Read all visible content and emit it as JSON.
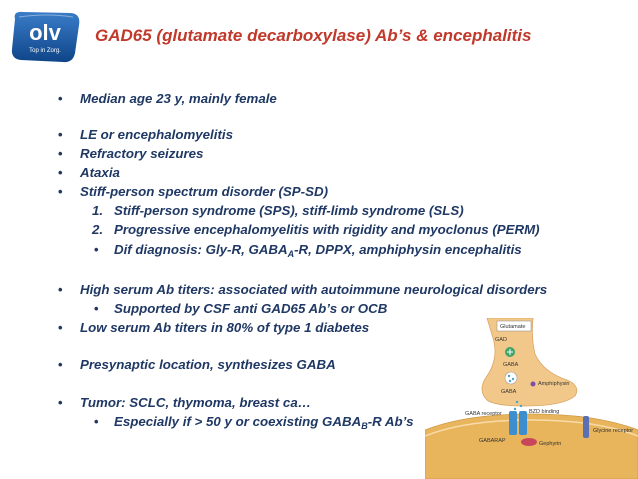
{
  "logo": {
    "text": "olv",
    "tagline": "Top in Zorg."
  },
  "title": "GAD65 (glutamate decarboxylase) Ab’s & encephalitis",
  "bullets": {
    "b1": "Median age 23 y, mainly female",
    "b2": "LE or encephalomyelitis",
    "b3": "Refractory seizures",
    "b4": "Ataxia",
    "b5": "Stiff-person spectrum disorder (SP-SD)",
    "n1_num": "1.",
    "n1": "Stiff-person syndrome (SPS), stiff-limb syndrome (SLS)",
    "n2_num": "2.",
    "n2": "Progressive encephalomyelitis with rigidity and myoclonus (PERM)",
    "dif_a": "Dif diagnosis: Gly-R, GABA",
    "dif_sub": "A",
    "dif_b": "-R, DPPX, amphiphysin encephalitis",
    "b6": "High serum Ab titers: associated with autoimmune neurological disorders",
    "b6_sub": "Supported by CSF anti GAD65 Ab’s or OCB",
    "b7": "Low serum Ab titers in 80% of type 1 diabetes",
    "b8": "Presynaptic location, synthesizes GABA",
    "b9": "Tumor: SCLC, thymoma, breast ca…",
    "b9_sub_a": "Especially if > 50 y or coexisting GABA",
    "b9_sub_sub": "B",
    "b9_sub_b": "-R Ab’s"
  },
  "figure": {
    "glutamate": "Glutamate",
    "gad": "GAD",
    "gaba": "GABA",
    "gaba2": "GABA",
    "amphiphysin": "Amphiphysin",
    "bzd": "BZD binding",
    "gaba_receptor": "GABA receptor",
    "gephyrin": "Gephyrin",
    "gabarap": "GABARAP",
    "glycine": "Glycine receptor"
  },
  "colors": {
    "title": "#c0392b",
    "text": "#1f3864",
    "logo_blue": "#1a5aa8",
    "terminal": "#f2c88a",
    "postsynaptic": "#e8b45c"
  }
}
